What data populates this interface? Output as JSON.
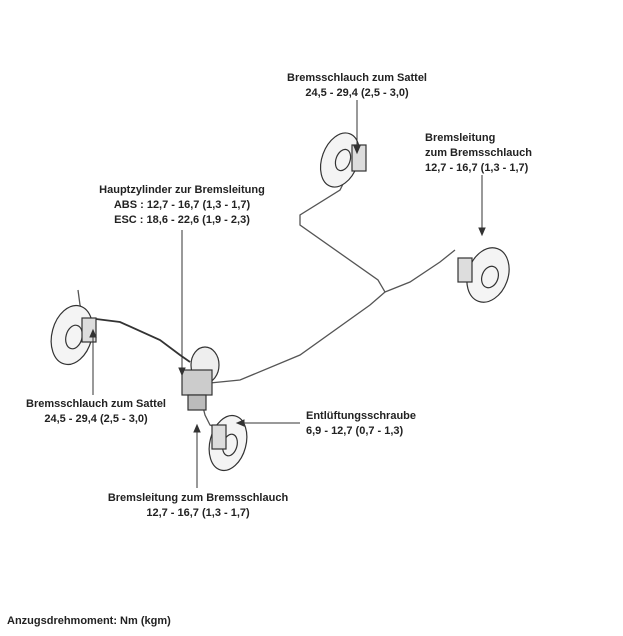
{
  "labels": {
    "top_hose": {
      "title": "Bremsschlauch zum Sattel",
      "value": "24,5 - 29,4 (2,5 - 3,0)"
    },
    "right_line": {
      "title1": "Bremsleitung",
      "title2": "zum Bremsschlauch",
      "value": "12,7 - 16,7 (1,3 - 1,7)"
    },
    "master": {
      "title": "Hauptzylinder zur Bremsleitung",
      "abs": "ABS : 12,7 - 16,7  (1,3 - 1,7)",
      "esc": "ESC : 18,6 - 22,6 (1,9 - 2,3)"
    },
    "left_hose": {
      "title": "Bremsschlauch zum Sattel",
      "value": "24,5 - 29,4 (2,5 - 3,0)"
    },
    "bleeder": {
      "title": "Entlüftungsschraube",
      "value": "6,9 - 12,7 (0,7 - 1,3)"
    },
    "bottom_line": {
      "title": "Bremsleitung zum Bremsschlauch",
      "value": "12,7 - 16,7 (1,3 - 1,7)"
    }
  },
  "footer": "Anzugsdrehmoment: Nm (kgm)"
}
